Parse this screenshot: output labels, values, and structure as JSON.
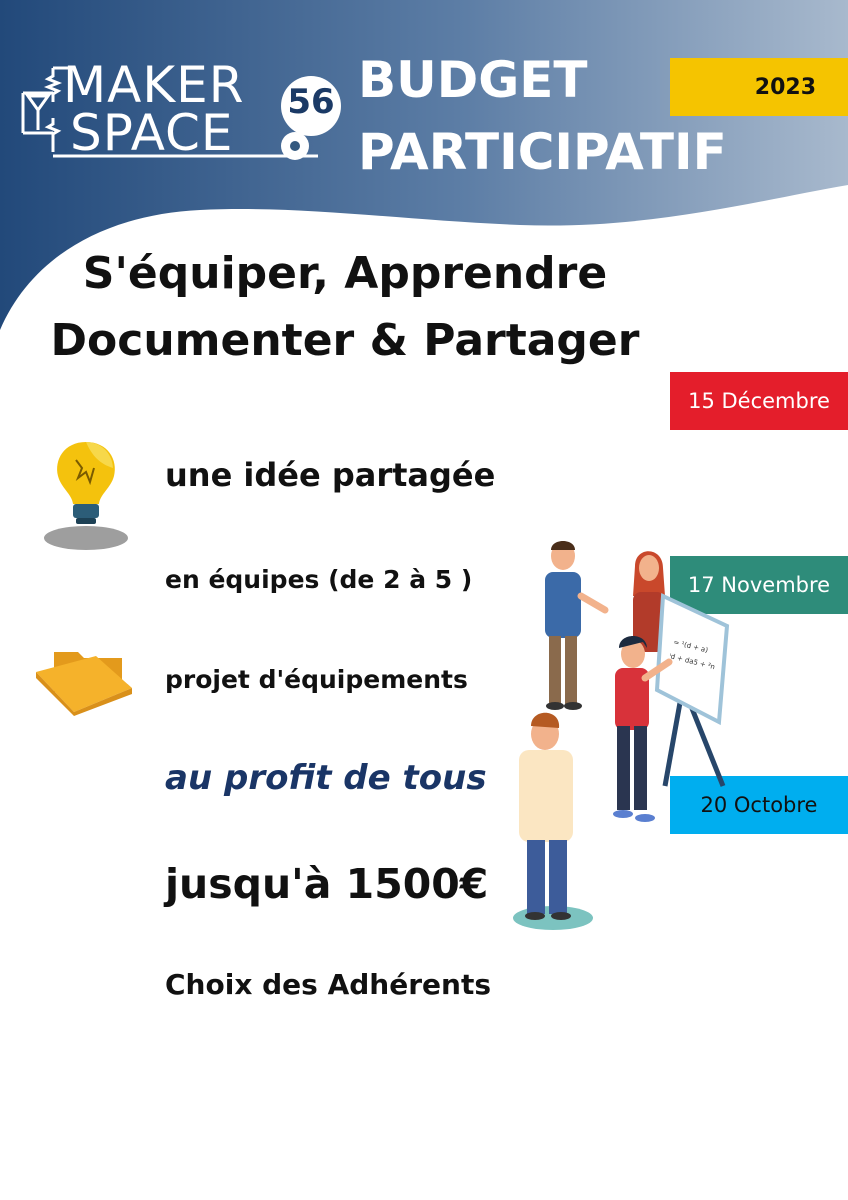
{
  "logo": {
    "line1": "MAKER",
    "line2": "SPACE",
    "number": "56"
  },
  "title": {
    "line1": "BUDGET",
    "line2": "PARTICIPATIF"
  },
  "year": "2023",
  "headline": {
    "line1": "S'équiper, Apprendre",
    "line2": "Documenter & Partager"
  },
  "dates": {
    "d1": "15 Décembre",
    "d2": "17 Novembre",
    "d3": "20 Octobre"
  },
  "items": {
    "idea": "une idée partagée",
    "teams": "en équipes (de 2 à 5 )",
    "project": "projet d'équipements",
    "profit": "au profit de tous",
    "amount": "jusqu'à 1500€",
    "choice": "Choix des Adhérents"
  },
  "colors": {
    "header_dark": "#234a7a",
    "header_light": "#9cb0c8",
    "year_box": "#f5c400",
    "date1": "#e41e2b",
    "date2": "#2e8c7a",
    "date3": "#00aeef",
    "profit_text": "#1a3566"
  }
}
